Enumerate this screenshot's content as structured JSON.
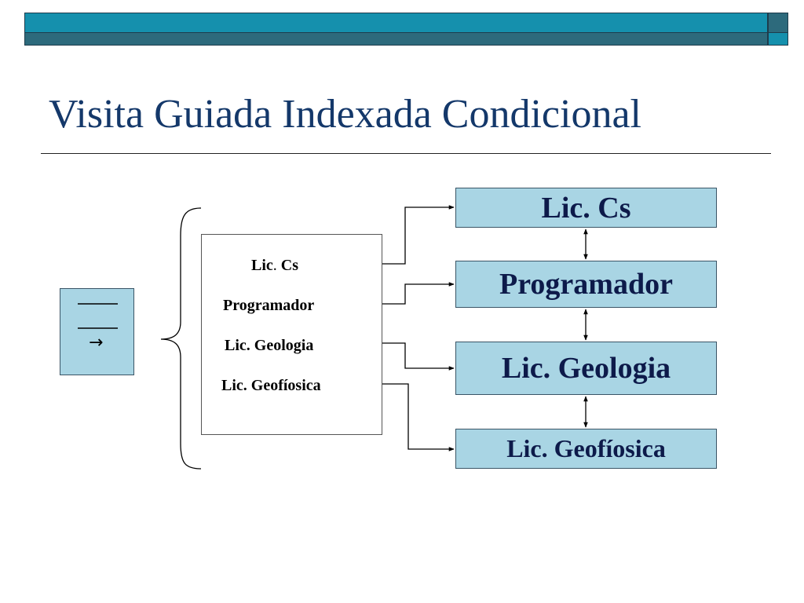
{
  "slide": {
    "title": "Visita Guiada Indexada Condicional"
  },
  "diagram": {
    "page_icon": {
      "arrow_glyph": "→"
    },
    "index_items": [
      {
        "label_prefix": "Lic",
        "label_dot": ".",
        "label_suffix": " Cs"
      },
      {
        "label": "Programador"
      },
      {
        "label": "Lic. Geologia"
      },
      {
        "label": "Lic. Geofíosica"
      }
    ],
    "nodes": [
      {
        "label": "Lic. Cs"
      },
      {
        "label": "Programador"
      },
      {
        "label": "Lic. Geologia"
      },
      {
        "label": "Lic. Geofíosica"
      }
    ]
  },
  "colors": {
    "band_light": "#1590ad",
    "band_dark": "#2d6a7c",
    "node_fill": "#a9d5e4",
    "title_text": "#14386a",
    "node_text": "#0d1a4a"
  }
}
